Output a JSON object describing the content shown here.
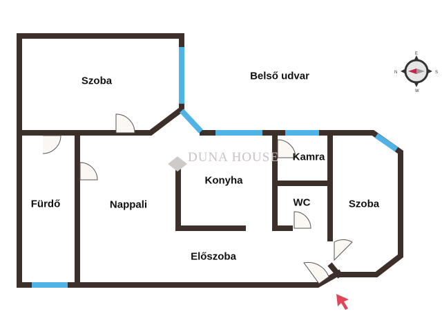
{
  "rooms": {
    "szoba_1": "Szoba",
    "belso_udvar": "Belső udvar",
    "konyha": "Konyha",
    "kamra": "Kamra",
    "furdo": "Fürdő",
    "nappali": "Nappali",
    "wc": "WC",
    "szoba_2": "Szoba",
    "eloszoba": "Előszoba"
  },
  "watermark": "DUNA HOUSE",
  "compass": {
    "n": "N",
    "e": "E",
    "s": "S",
    "w": "W"
  },
  "colors": {
    "wall": "#3d2f2a",
    "window": "#4fb3e6",
    "entrance_arrow": "#e0455a",
    "compass_north": "#c0284a"
  }
}
